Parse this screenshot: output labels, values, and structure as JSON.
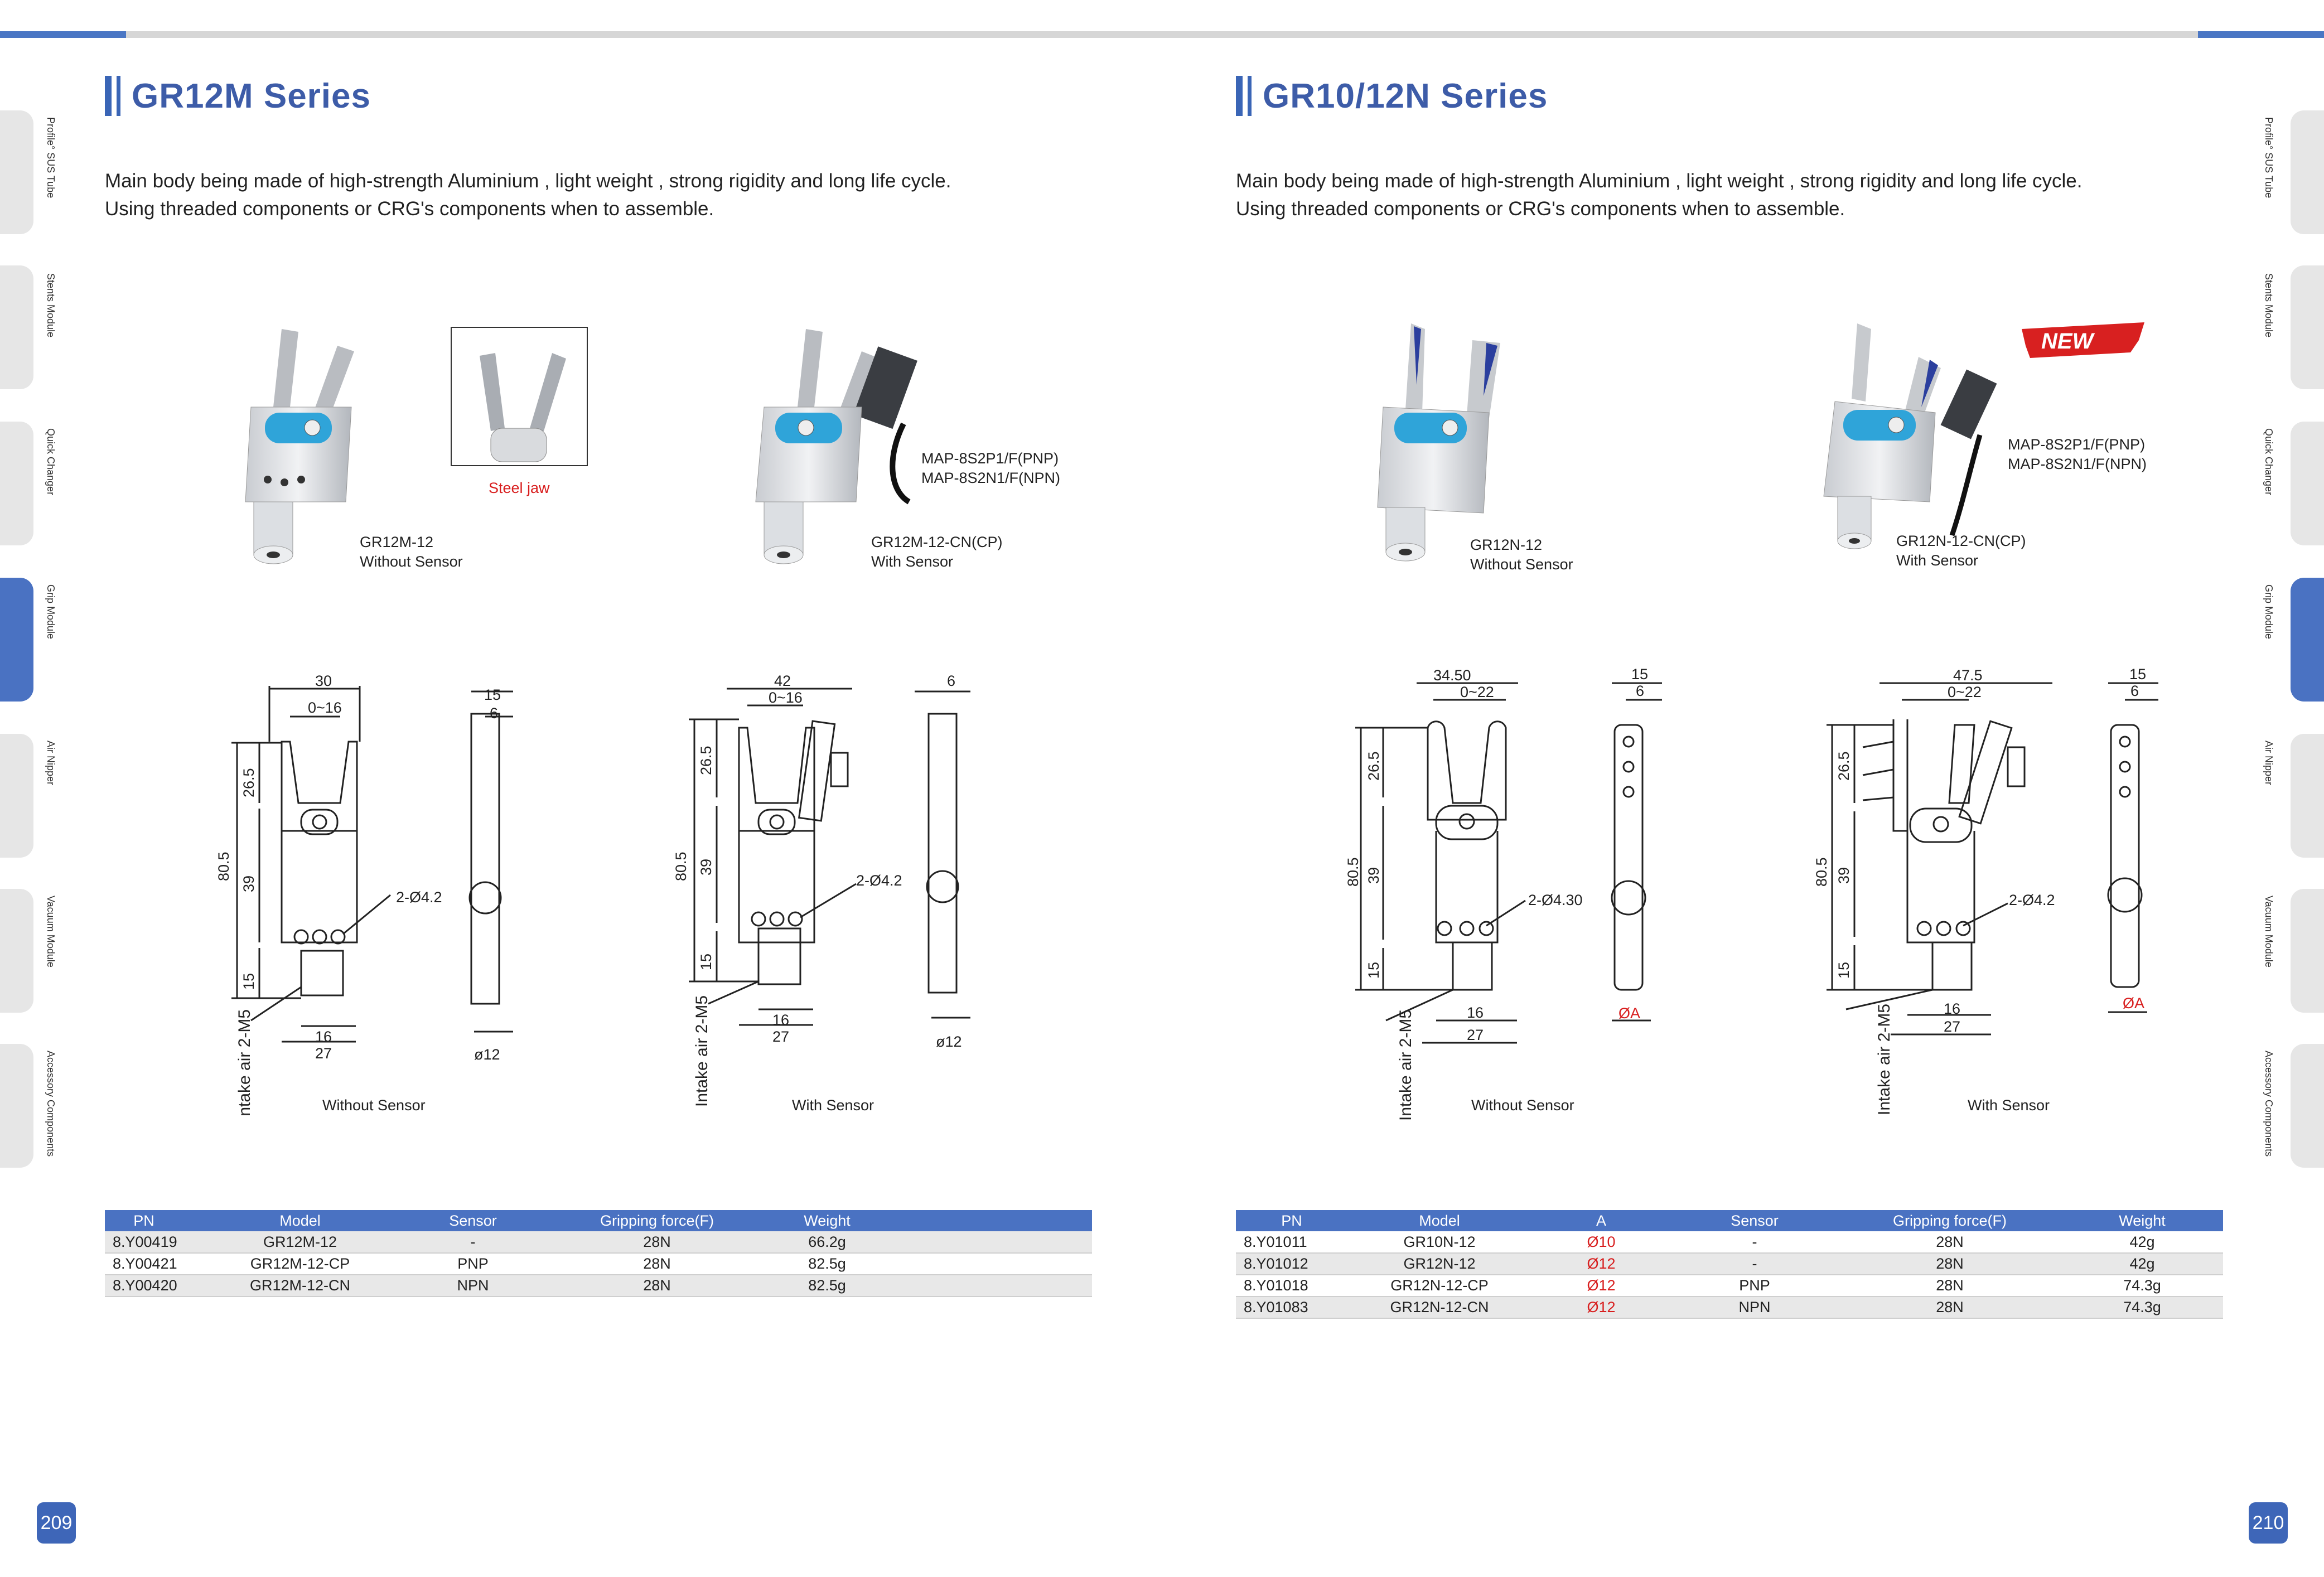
{
  "left": {
    "title": "GR12M Series",
    "intro": [
      "Main body being made of  high-strength Aluminium , light weight , strong rigidity and long life cycle.",
      "Using threaded components or CRG's components when to assemble."
    ],
    "steel_jaw": "Steel jaw",
    "prod1": {
      "model": "GR12M-12",
      "desc": "Without Sensor"
    },
    "prod2": {
      "model": "GR12M-12-CN(CP)",
      "desc": "With Sensor",
      "sensor_pnp": "MAP-8S2P1/F(PNP)",
      "sensor_npn": "MAP-8S2N1/F(NPN)"
    },
    "dwg1": {
      "w": "30",
      "stroke": "0~16",
      "d1": "15",
      "d2": "6",
      "h_total": "80.5",
      "h1": "26.5",
      "h2": "39",
      "h3": "15",
      "hole": "2-Ø4.2",
      "b1": "16",
      "b2": "27",
      "dia": "ø12",
      "air": "Intake air 2-M5",
      "caption": "Without Sensor"
    },
    "dwg2": {
      "w": "42",
      "stroke": "0~16",
      "d2": "6",
      "h_total": "80.5",
      "h1": "26.5",
      "h2": "39",
      "h3": "15",
      "hole": "2-Ø4.2",
      "b1": "16",
      "b2": "27",
      "dia": "ø12",
      "air": "Intake air 2-M5",
      "caption": "With Sensor"
    },
    "table": {
      "headers": [
        "PN",
        "Model",
        "Sensor",
        "Gripping force(F)",
        "Weight"
      ],
      "rows": [
        [
          "8.Y00419",
          "GR12M-12",
          "-",
          "28N",
          "66.2g"
        ],
        [
          "8.Y00421",
          "GR12M-12-CP",
          "PNP",
          "28N",
          "82.5g"
        ],
        [
          "8.Y00420",
          "GR12M-12-CN",
          "NPN",
          "28N",
          "82.5g"
        ]
      ]
    },
    "page": "209",
    "tabs": [
      "Profile° SUS Tube",
      "Stents Module",
      "Quick Changer",
      "Grip Module",
      "Air Nipper",
      "Vacuum Module",
      "Accessory Components"
    ]
  },
  "right": {
    "title": "GR10/12N Series",
    "intro": [
      "Main body being made of  high-strength Aluminium , light weight , strong rigidity and long life cycle.",
      "Using threaded components or CRG's components when to assemble."
    ],
    "new_badge": "NEW",
    "prod1": {
      "model": "GR12N-12",
      "desc": "Without Sensor"
    },
    "prod2": {
      "model": "GR12N-12-CN(CP)",
      "desc": "With Sensor",
      "sensor_pnp": "MAP-8S2P1/F(PNP)",
      "sensor_npn": "MAP-8S2N1/F(NPN)"
    },
    "dwg1": {
      "w": "34.50",
      "stroke": "0~22",
      "d1": "15",
      "d2": "6",
      "h_total": "80.5",
      "h1": "26.5",
      "h2": "39",
      "h3": "15",
      "hole": "2-Ø4.30",
      "b1": "16",
      "b2": "27",
      "dia": "ØA",
      "air": "Intake air 2-M5",
      "caption": "Without Sensor"
    },
    "dwg2": {
      "w": "47.5",
      "stroke": "0~22",
      "d1": "15",
      "d2": "6",
      "h_total": "80.5",
      "h1": "26.5",
      "h2": "39",
      "h3": "15",
      "hole": "2-Ø4.2",
      "b1": "16",
      "b2": "27",
      "dia": "ØA",
      "air": "Intake air 2-M5",
      "caption": "With Sensor"
    },
    "table": {
      "headers": [
        "PN",
        "Model",
        "A",
        "Sensor",
        "Gripping force(F)",
        "Weight"
      ],
      "rows": [
        [
          "8.Y01011",
          "GR10N-12",
          "Ø10",
          "-",
          "28N",
          "42g"
        ],
        [
          "8.Y01012",
          "GR12N-12",
          "Ø12",
          "-",
          "28N",
          "42g"
        ],
        [
          "8.Y01018",
          "GR12N-12-CP",
          "Ø12",
          "PNP",
          "28N",
          "74.3g"
        ],
        [
          "8.Y01083",
          "GR12N-12-CN",
          "Ø12",
          "NPN",
          "28N",
          "74.3g"
        ]
      ]
    },
    "page": "210",
    "tabs": [
      "Profile° SUS Tube",
      "Stents Module",
      "Quick Changer",
      "Grip Module",
      "Air Nipper",
      "Vacuum Module",
      "Accessory Components"
    ]
  },
  "colors": {
    "accent": "#3d5ca8",
    "tab_active": "#4a72c2",
    "table_header": "#4a72c2",
    "red": "#d81e1e"
  }
}
